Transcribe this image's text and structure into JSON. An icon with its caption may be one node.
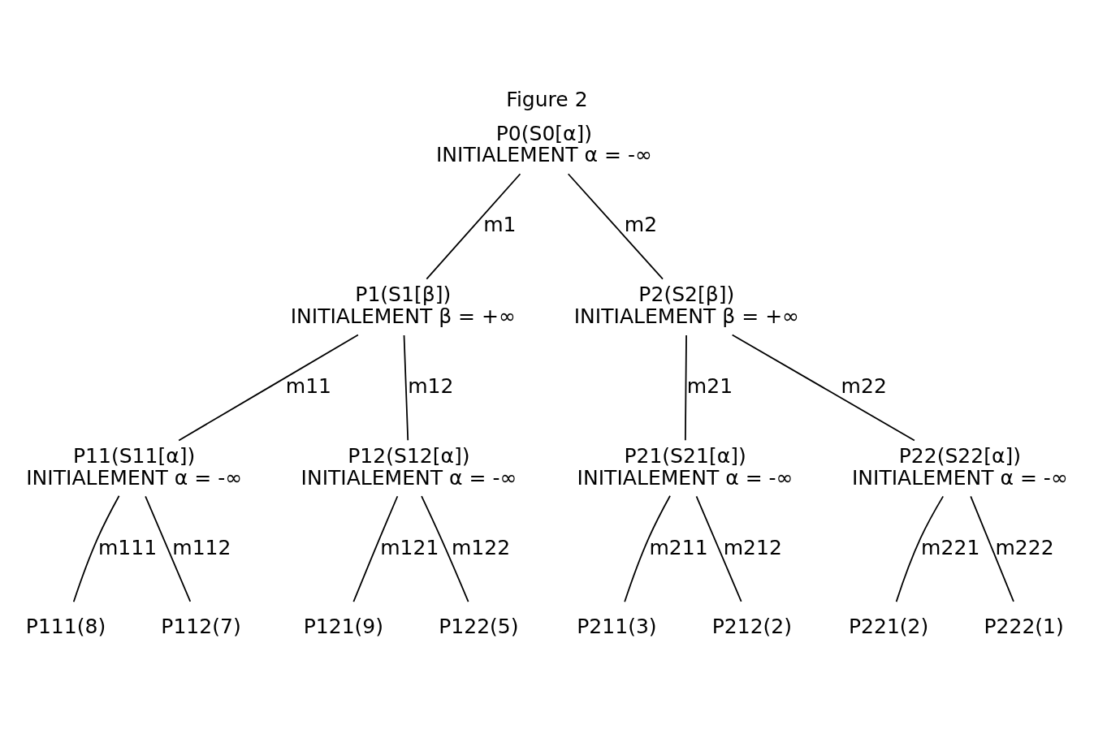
{
  "diagram": {
    "title": "Figure 2",
    "nodes": [
      {
        "text": [
          "P0(S0[α])",
          "INITIALEMENT α = -∞"
        ]
      },
      {
        "text": [
          "P1(S1[β])",
          "INITIALEMENT β = +∞"
        ]
      },
      {
        "text": [
          "P2(S2[β])",
          "INITIALEMENT β = +∞"
        ]
      },
      {
        "text": [
          "P11(S11[α])",
          "INITIALEMENT α = -∞"
        ]
      },
      {
        "text": [
          "P12(S12[α])",
          "INITIALEMENT α = -∞"
        ]
      },
      {
        "text": [
          "P21(S21[α])",
          "INITIALEMENT α = -∞"
        ]
      },
      {
        "text": [
          "P22(S22[α])",
          "INITIALEMENT α = -∞"
        ]
      },
      {
        "text": [
          "P111(8)"
        ]
      },
      {
        "text": [
          "P112(7)"
        ]
      },
      {
        "text": [
          "P121(9)"
        ]
      },
      {
        "text": [
          "P122(5)"
        ]
      },
      {
        "text": [
          "P211(3)"
        ]
      },
      {
        "text": [
          "P212(2)"
        ]
      },
      {
        "text": [
          "P221(2)"
        ]
      },
      {
        "text": [
          "P222(1)"
        ]
      }
    ],
    "edges": [
      {
        "from": 0,
        "to": 1,
        "arrow": "none",
        "label": "m1"
      },
      {
        "from": 0,
        "to": 2,
        "arrow": "none",
        "label": "m2"
      },
      {
        "from": 1,
        "to": 3,
        "arrow": "none",
        "label": "m11"
      },
      {
        "from": 1,
        "to": 4,
        "arrow": "none",
        "label": "m12"
      },
      {
        "from": 2,
        "to": 5,
        "arrow": "none",
        "label": "m21"
      },
      {
        "from": 2,
        "to": 6,
        "arrow": "none",
        "label": "m22"
      },
      {
        "from": 3,
        "to": 7,
        "arrow": "none",
        "label": "m111"
      },
      {
        "from": 3,
        "to": 8,
        "arrow": "none",
        "label": "m112"
      },
      {
        "from": 4,
        "to": 9,
        "arrow": "none",
        "label": "m121"
      },
      {
        "from": 4,
        "to": 10,
        "arrow": "none",
        "label": "m122"
      },
      {
        "from": 5,
        "to": 11,
        "arrow": "none",
        "label": "m211"
      },
      {
        "from": 5,
        "to": 12,
        "arrow": "none",
        "label": "m212"
      },
      {
        "from": 6,
        "to": 13,
        "arrow": "none",
        "label": "m221"
      },
      {
        "from": 6,
        "to": 14,
        "arrow": "none",
        "label": "m222"
      }
    ]
  }
}
